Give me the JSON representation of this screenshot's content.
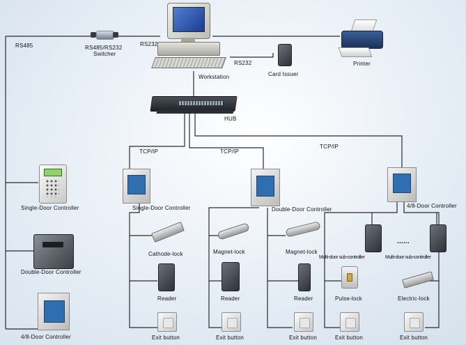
{
  "labels": {
    "rs485": "RS485",
    "switcher_line1": "RS485/RS232",
    "switcher_line2": "Switcher",
    "rs232_top": "RS232",
    "rs232_mid": "RS232",
    "workstation": "Workstation",
    "card_issuer": "Card Issuer",
    "printer": "Printer",
    "hub": "HUB",
    "tcpip_1": "TCP/IP",
    "tcpip_2": "TCP/IP",
    "tcpip_3": "TCP/IP",
    "single_door_left": "Single-Door Controller",
    "double_door_left": "Double-Door Controller",
    "fourdoor_left": "4/8-Door Controller",
    "single_door_net": "Single-Door Controller",
    "double_door_net": "Double-Door Controller",
    "fourdoor_net": "4/8-Door Controller",
    "cathode_lock": "Cathode-lock",
    "magnet_lock_1": "Magnet-lock",
    "magnet_lock_2": "Magnet-lock",
    "reader_1": "Reader",
    "reader_2": "Reader",
    "reader_3": "Reader",
    "multi_sub_1": "Multi-door sub-controller",
    "multi_sub_2": "Multi-door sub-controller",
    "ellipsis": "......",
    "pulse_lock": "Pulse-lock",
    "electric_lock": "Electric-lock",
    "exit_1": "Exit button",
    "exit_2": "Exit button",
    "exit_3": "Exit button",
    "exit_4": "Exit button",
    "exit_5": "Exit button"
  }
}
